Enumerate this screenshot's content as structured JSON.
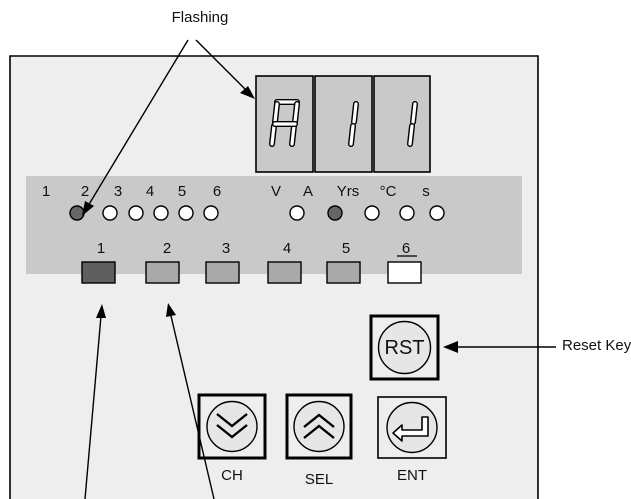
{
  "annotations": {
    "flashing": "Flashing",
    "reset_key": "Reset Key"
  },
  "display": {
    "digits": [
      "A",
      "1",
      "1"
    ]
  },
  "indicator_labels": [
    "1",
    "2",
    "3",
    "4",
    "5",
    "6",
    "V",
    "A",
    "Yrs",
    "°C",
    "s"
  ],
  "indicator_lit": [
    true,
    false,
    false,
    false,
    false,
    false,
    false,
    true,
    false,
    false,
    false
  ],
  "channel_labels": [
    "1",
    "2",
    "3",
    "4",
    "5",
    "6"
  ],
  "channel_states": [
    "dark",
    "gray",
    "gray",
    "gray",
    "gray",
    "white"
  ],
  "keys": {
    "rst": "RST",
    "ch": "CH",
    "sel": "SEL",
    "ent": "ENT"
  },
  "colors": {
    "panel": "#eeeeee",
    "strip": "#c9c9c9",
    "display_bg": "#c9c9c9",
    "segment": "#ffffff",
    "lit_indicator": "#666666",
    "channel_dark": "#5f5f5f",
    "channel_gray": "#a9a9a9",
    "channel_white": "#ffffff",
    "key_face": "#e6e6e6",
    "line": "#000000"
  }
}
